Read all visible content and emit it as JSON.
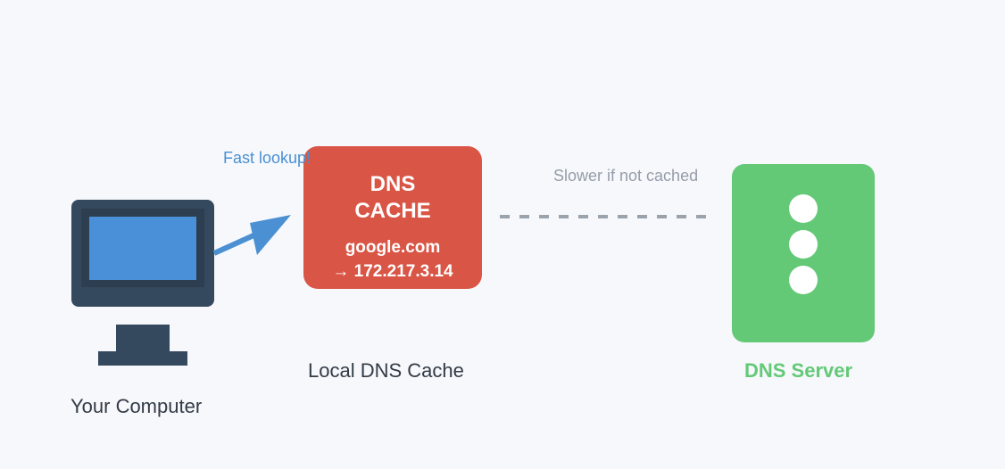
{
  "nodes": {
    "computer": {
      "label": "Your Computer",
      "icon": "computer-monitor-icon"
    },
    "cache": {
      "label": "Local DNS Cache",
      "title_line1": "DNS",
      "title_line2": "CACHE",
      "entry_domain": "google.com",
      "entry_ip": "→ 172.217.3.14"
    },
    "server": {
      "label": "DNS Server",
      "icon": "server-rack-icon"
    }
  },
  "edges": {
    "fast": {
      "label": "Fast lookup!"
    },
    "slow": {
      "label": "Slower if not cached"
    }
  },
  "colors": {
    "background": "#f6f8fc",
    "monitor_frame": "#34495e",
    "monitor_screen": "#4a90d9",
    "cache_box": "#d95545",
    "server_box": "#63c977",
    "fast_arrow": "#4a90d2",
    "dashed_line": "#9aa2ab",
    "text_dark": "#333b45"
  }
}
